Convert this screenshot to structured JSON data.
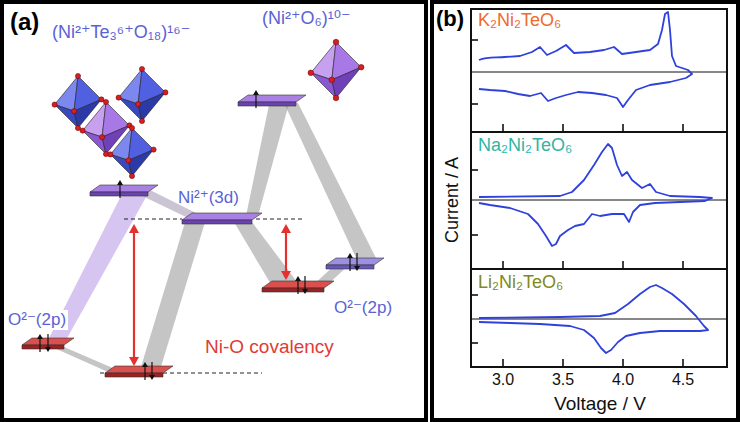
{
  "diagram": {
    "nodes": [
      {
        "text": [
          "(a)"
        ]
      },
      {
        "text": [
          "(b)"
        ]
      },
      {
        "text": [
          "K₂Ni₂TeO₆"
        ],
        "in": 1
      },
      {
        "text": [
          "Na₂Ni₂TeO₆"
        ],
        "in": 1
      },
      {
        "text": [
          "Li₂Ni₂TeO₆"
        ],
        "in": 1
      }
    ],
    "labels": [
      "(Ni²⁺Te₃⁶⁺O₁₈)¹⁶⁻",
      "(Ni²⁺O₆)¹⁰⁻",
      "Ni²⁺(3d)",
      "O²⁻(2p)",
      "O²⁻(2p)",
      "Ni-O covalency",
      "Current / A",
      "3.0",
      "3.5",
      "4.0",
      "4.5",
      "Voltage / V"
    ]
  }
}
